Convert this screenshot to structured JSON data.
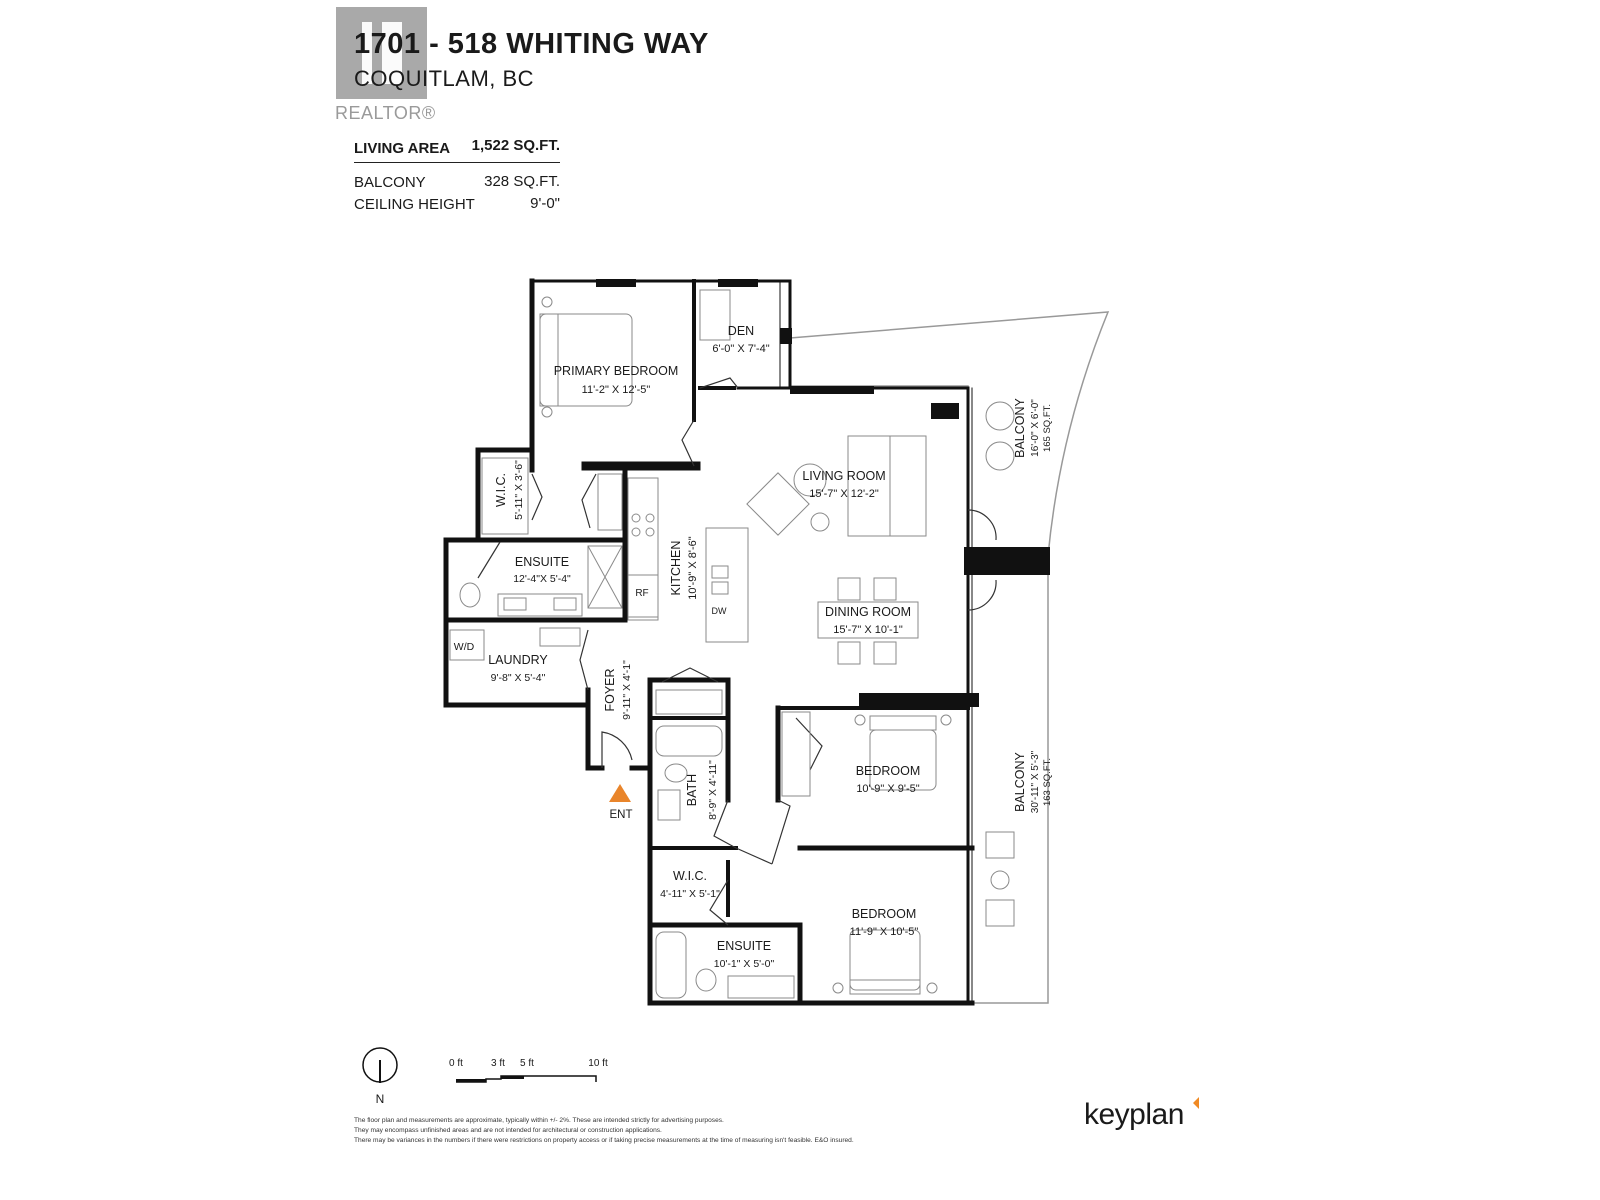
{
  "header": {
    "address": "1701 - 518 WHITING WAY",
    "city": "COQUITLAM, BC",
    "realtor_mark": "REALTOR®"
  },
  "stats": [
    {
      "label": "LIVING AREA",
      "value": "1,522 SQ.FT."
    },
    {
      "label": "BALCONY",
      "value": "328 SQ.FT."
    },
    {
      "label": "CEILING HEIGHT",
      "value": "9'-0\""
    }
  ],
  "rooms": {
    "den": {
      "name": "DEN",
      "dims": "6'-0\" X 7'-4\""
    },
    "primary_bedroom": {
      "name": "PRIMARY BEDROOM",
      "dims": "11'-2\" X 12'-5\""
    },
    "wic_primary": {
      "name": "W.I.C.",
      "dims": "5'-11\" X 3'-6\""
    },
    "ensuite_primary": {
      "name": "ENSUITE",
      "dims": "12'-4\"X 5'-4\""
    },
    "laundry": {
      "name": "LAUNDRY",
      "dims": "9'-8\" X 5'-4\"",
      "wd_label": "W/D"
    },
    "kitchen": {
      "name": "KITCHEN",
      "dims": "10'-9\" X 8'-6\"",
      "fridge": "RF",
      "dishwasher": "DW"
    },
    "living_room": {
      "name": "LIVING ROOM",
      "dims": "15'-7\" X 12'-2\""
    },
    "dining_room": {
      "name": "DINING ROOM",
      "dims": "15'-7\" X 10'-1\""
    },
    "foyer": {
      "name": "FOYER",
      "dims": "9'-11\" X 4'-1\""
    },
    "entry": {
      "label": "ENT"
    },
    "bath": {
      "name": "BATH",
      "dims": "8'-9\" X 4'-11\""
    },
    "bedroom_2": {
      "name": "BEDROOM",
      "dims": "10'-9\" X 9'-5\""
    },
    "wic_2": {
      "name": "W.I.C.",
      "dims": "4'-11\" X 5'-1\""
    },
    "ensuite_2": {
      "name": "ENSUITE",
      "dims": "10'-1\" X 5'-0\""
    },
    "bedroom_3": {
      "name": "BEDROOM",
      "dims": "11'-9\" X 10'-5\""
    },
    "balcony_1": {
      "name": "BALCONY",
      "dims": "16'-0\" X 6'-0\"",
      "area": "165 SQ.FT."
    },
    "balcony_2": {
      "name": "BALCONY",
      "dims": "30'-11\" X 5'-3\"",
      "area": "163 SQ.FT."
    }
  },
  "north": {
    "label": "N"
  },
  "scale": {
    "labels": [
      "0 ft",
      "3 ft",
      "5 ft",
      "10 ft"
    ]
  },
  "disclaimer": [
    "The floor plan and measurements are approximate, typically within +/- 2%. These are intended strictly for advertising purposes.",
    "They may encompass unfinished areas and are not intended for architectural or construction applications.",
    "There may be variances in the numbers if there were restrictions on property access or if taking precise measurements at the time of measuring isn't feasible. E&O insured."
  ],
  "brand": {
    "name": "keyplan",
    "accent": "#f08a24"
  },
  "colors": {
    "wall": "#111111",
    "entry_marker": "#e9852b",
    "furniture": "#8a8a8a",
    "logo_gray": "#9a9a9a"
  }
}
